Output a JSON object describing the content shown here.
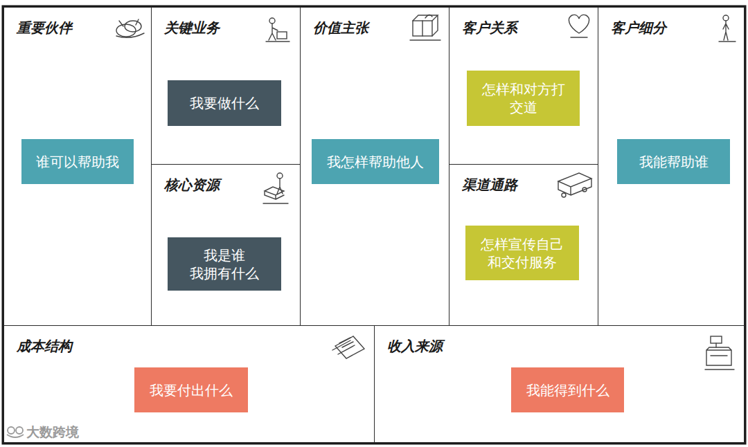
{
  "diagram": {
    "nodes": [
      {
        "text": [
          "重要伙伴"
        ]
      },
      {
        "text": [
          "谁可以帮助我"
        ],
        "in": 0
      },
      {
        "text": [
          "关键业务"
        ]
      },
      {
        "text": [
          "我要做什么"
        ],
        "in": 2
      },
      {
        "text": [
          "价值主张"
        ]
      },
      {
        "text": [
          "我怎样帮助他人"
        ],
        "in": 4
      },
      {
        "text": [
          "客户关系"
        ]
      },
      {
        "text": [
          "怎样和对方打交道"
        ],
        "in": 6
      },
      {
        "text": [
          "客户细分"
        ]
      },
      {
        "text": [
          "我能帮助谁"
        ],
        "in": 8
      },
      {
        "text": [
          "核心资源"
        ]
      },
      {
        "text": [
          "我是谁 我拥有什么"
        ],
        "in": 10
      },
      {
        "text": [
          "渠道通路"
        ]
      },
      {
        "text": [
          "怎样宣传自己和交付服务"
        ],
        "in": 12
      },
      {
        "text": [
          "成本结构"
        ]
      },
      {
        "text": [
          "我要付出什么"
        ],
        "in": 14
      },
      {
        "text": [
          "收入来源"
        ]
      },
      {
        "text": [
          "我能得到什么"
        ],
        "in": 16
      }
    ],
    "labels": [
      "大数跨境"
    ]
  }
}
